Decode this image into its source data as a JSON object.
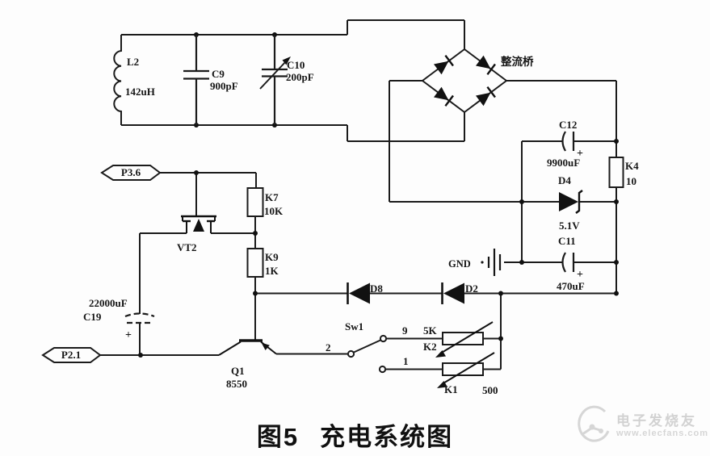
{
  "caption": {
    "figure_label": "图5",
    "title": "充电系统图"
  },
  "watermark": {
    "brand": "电子发烧友",
    "url": "www.elecfans.com"
  },
  "schematic": {
    "tank": {
      "l2": {
        "ref": "L2",
        "value": "142uH"
      },
      "c9": {
        "ref": "C9",
        "value": "900pF"
      },
      "c10": {
        "ref": "C10",
        "value": "200pF"
      }
    },
    "rectifier": {
      "bridge_label": "整流桥",
      "c12": {
        "ref": "C12",
        "value": "9900uF",
        "polarity": "+"
      },
      "k4": {
        "ref": "K4",
        "value": "10"
      },
      "d4": {
        "ref": "D4",
        "value": "5.1V"
      },
      "c11": {
        "ref": "C11",
        "value": "470uF",
        "polarity": "+"
      },
      "gnd_label": "GND"
    },
    "control": {
      "p36": {
        "label": "P3.6"
      },
      "k7": {
        "ref": "K7",
        "value": "10K"
      },
      "vt2": {
        "ref": "VT2"
      },
      "k9": {
        "ref": "K9",
        "value": "1K"
      },
      "c19": {
        "ref": "C19",
        "value": "22000uF",
        "polarity": "+"
      },
      "p21": {
        "label": "P2.1"
      },
      "q1": {
        "ref": "Q1",
        "value": "8550"
      }
    },
    "charge_path": {
      "d8": {
        "ref": "D8"
      },
      "d2": {
        "ref": "D2"
      },
      "sw1": {
        "ref": "Sw1",
        "pin_common": "2",
        "pin_top": "9",
        "pin_bottom": "1"
      },
      "k2": {
        "ref": "K2",
        "value": "5K"
      },
      "k1": {
        "ref": "K1",
        "value": "500"
      }
    }
  }
}
